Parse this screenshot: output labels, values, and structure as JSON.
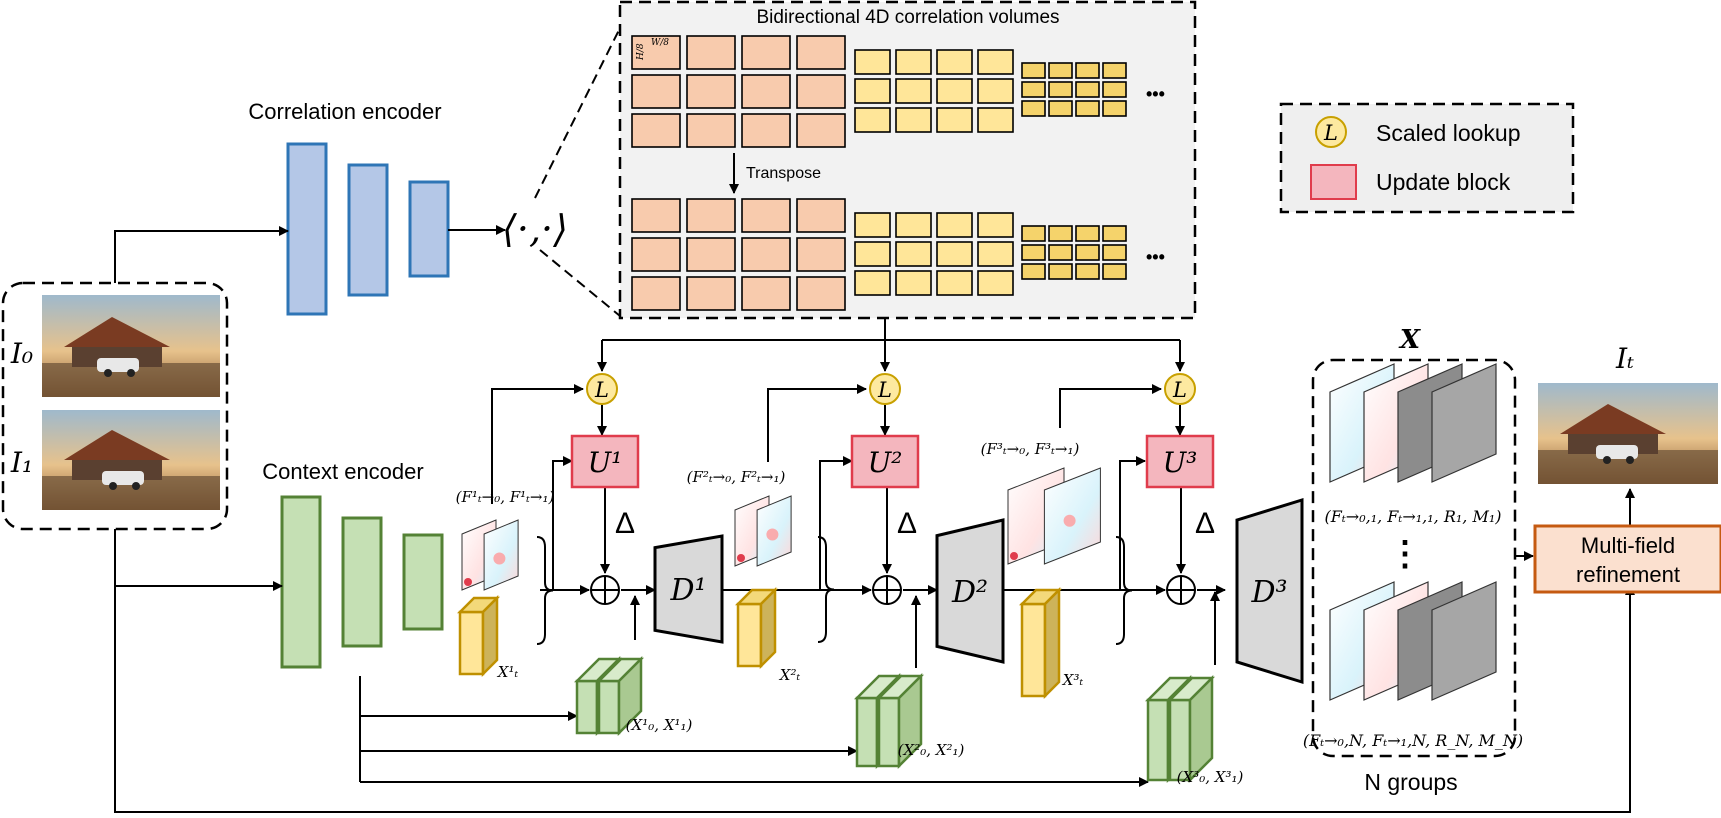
{
  "title_volumes": "Bidirectional 4D correlation volumes",
  "volume_dims": {
    "h": "H/8",
    "w": "W/8"
  },
  "transpose_label": "Transpose",
  "ellipsis": "•••",
  "correlation_encoder_label": "Correlation encoder",
  "context_encoder_label": "Context encoder",
  "corr_operator": "⟨·,·⟩",
  "legend": {
    "lookup_symbol": "L",
    "lookup_label": "Scaled lookup",
    "update_label": "Update block"
  },
  "inputs": {
    "i0": "I₀",
    "i1": "I₁"
  },
  "stages": [
    {
      "flow_label": "(F¹ₜ→₀, F¹ₜ→₁)",
      "x_label": "X¹ₜ",
      "u_label": "U¹",
      "d_label": "D¹",
      "feat_label": "(X¹₀, X¹₁)"
    },
    {
      "flow_label": "(F²ₜ→₀, F²ₜ→₁)",
      "x_label": "X²ₜ",
      "u_label": "U²",
      "d_label": "D²",
      "feat_label": "(X²₀, X²₁)"
    },
    {
      "flow_label": "(F³ₜ→₀, F³ₜ→₁)",
      "x_label": "X³ₜ",
      "u_label": "U³",
      "d_label": "D³",
      "feat_label": "(X³₀, X³₁)"
    }
  ],
  "delta_symbol": "Δ",
  "output_group": {
    "title": "X",
    "group1_label": "(Fₜ→₀,₁, Fₜ→₁,₁, R₁, M₁)",
    "groupN_label": "(Fₜ→₀,N, Fₜ→₁,N, R_N, M_N)",
    "vdots": "⋮",
    "n_groups_label": "N groups"
  },
  "refinement_label_1": "Multi-field",
  "refinement_label_2": "refinement",
  "output_label": "Iₜ",
  "colors": {
    "blue_fill": "#b4c7e7",
    "blue_stroke": "#2e75b6",
    "green_fill": "#c5e0b4",
    "green_stroke": "#548235",
    "pink_fill": "#f8cbad",
    "yellow_fill": "#ffe699",
    "yellow_stroke": "#bf9000",
    "update_fill": "#f4b6be",
    "update_stroke": "#e03c4c",
    "lookup_fill": "#fde9a0",
    "lookup_stroke": "#c8a000",
    "refine_fill": "#fbe0cf",
    "refine_stroke": "#c55a11",
    "panel_fill": "#f2f2f2",
    "decoder_fill": "#d9d9d9"
  }
}
